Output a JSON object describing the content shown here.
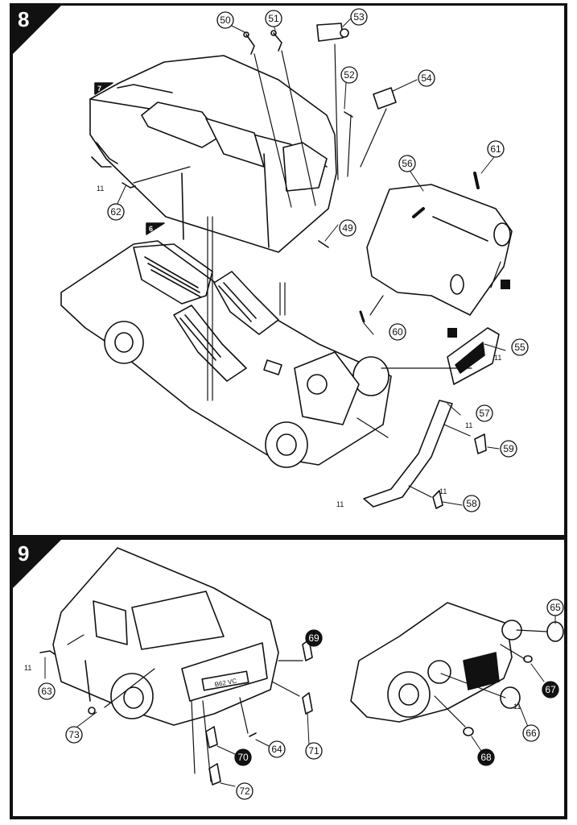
{
  "document": {
    "type": "model kit assembly instructions",
    "colors": {
      "ink": "#111111",
      "paper": "#ffffff"
    }
  },
  "steps": [
    {
      "number": "8",
      "sub_references": [
        {
          "label": "7"
        },
        {
          "label": "6"
        }
      ],
      "parts": [
        {
          "id": "49",
          "style": "outline"
        },
        {
          "id": "50",
          "style": "outline"
        },
        {
          "id": "51",
          "style": "outline"
        },
        {
          "id": "52",
          "style": "outline"
        },
        {
          "id": "53",
          "style": "outline"
        },
        {
          "id": "54",
          "style": "outline"
        },
        {
          "id": "55",
          "style": "outline"
        },
        {
          "id": "56",
          "style": "outline"
        },
        {
          "id": "57",
          "style": "outline"
        },
        {
          "id": "58",
          "style": "outline"
        },
        {
          "id": "59",
          "style": "outline"
        },
        {
          "id": "60",
          "style": "outline"
        },
        {
          "id": "61",
          "style": "outline"
        },
        {
          "id": "62",
          "style": "outline"
        }
      ],
      "paint_codes": [
        "11",
        "11",
        "11",
        "11",
        "11",
        "11"
      ]
    },
    {
      "number": "9",
      "parts": [
        {
          "id": "63",
          "style": "outline"
        },
        {
          "id": "64",
          "style": "outline"
        },
        {
          "id": "65",
          "style": "outline"
        },
        {
          "id": "66",
          "style": "outline"
        },
        {
          "id": "67",
          "style": "filled"
        },
        {
          "id": "68",
          "style": "filled"
        },
        {
          "id": "69",
          "style": "filled"
        },
        {
          "id": "70",
          "style": "filled"
        },
        {
          "id": "71",
          "style": "outline"
        },
        {
          "id": "72",
          "style": "outline"
        },
        {
          "id": "73",
          "style": "outline"
        }
      ],
      "paint_codes": [
        "11",
        "11"
      ],
      "license_plate_text": "B62 VC"
    }
  ]
}
